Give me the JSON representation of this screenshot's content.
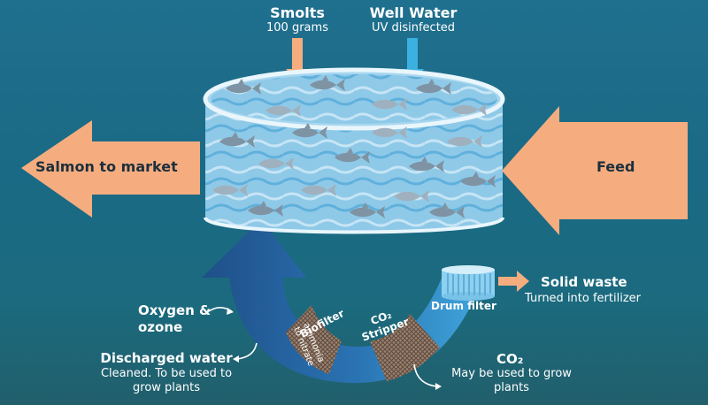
{
  "inputs": {
    "smolts": {
      "title": "Smolts",
      "subtitle": "100 grams"
    },
    "well_water": {
      "title": "Well Water",
      "subtitle": "UV disinfected"
    }
  },
  "outputs": {
    "market": "Salmon to market",
    "feed": "Feed",
    "solid_waste": {
      "title": "Solid waste",
      "subtitle": "Turned into fertilizer"
    },
    "co2": {
      "title": "CO₂",
      "subtitle": "May be used to grow plants"
    },
    "discharged": {
      "title": "Discharged water",
      "subtitle": "Cleaned. To be used to grow plants"
    }
  },
  "treatment": {
    "oxygen": "Oxygen & ozone",
    "biofilter": "Biofilter",
    "biofilter_note": "ammonia to nitrate",
    "stripper": "CO₂ Stripper",
    "drum_filter": "Drum filter"
  },
  "colors": {
    "background": "#1b6a85",
    "peach_arrow": "#f5ad80",
    "cyan_arrow": "#3bb1e0",
    "loop_dark": "#1c4f86",
    "loop_light": "#3fa3d9",
    "mesh": "#8b7262"
  }
}
